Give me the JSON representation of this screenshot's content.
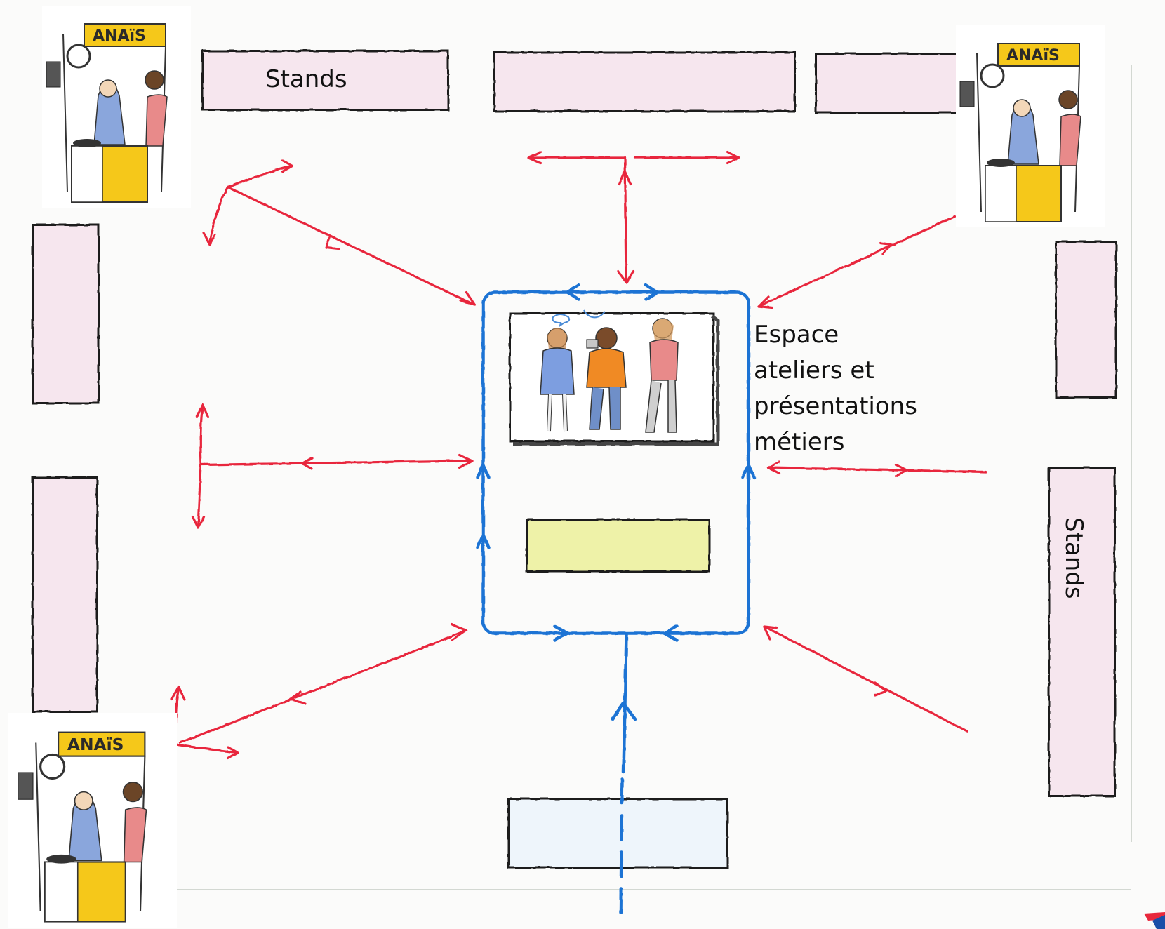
{
  "stands_top_label": "Stands",
  "stands_right_label": "Stands",
  "workshop_label_lines": [
    "Espace",
    "ateliers et",
    "présentations",
    "métiers"
  ],
  "stall_sign": "ANAïS",
  "colors": {
    "arrow_red": "#e8283c",
    "circuit_blue": "#1a73d4",
    "stand_fill": "#f6e6ee",
    "stage_fill": "#eef2a8",
    "entrance_fill": "#eef5fb",
    "sign_yellow": "#f5c81a"
  }
}
